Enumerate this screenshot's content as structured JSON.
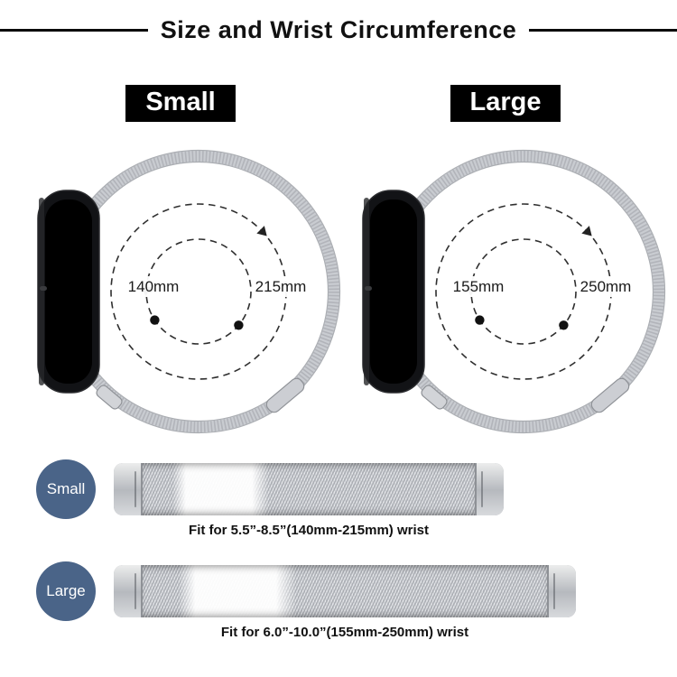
{
  "page": {
    "title": "Size and Wrist Circumference"
  },
  "diagrams": [
    {
      "label": "Small",
      "inner_circumference": "140mm",
      "outer_circumference": "215mm"
    },
    {
      "label": "Large",
      "inner_circumference": "155mm",
      "outer_circumference": "250mm"
    }
  ],
  "bands": [
    {
      "label": "Small",
      "caption": "Fit for 5.5”-8.5”(140mm-215mm) wrist"
    },
    {
      "label": "Large",
      "caption": "Fit for 6.0”-10.0”(155mm-250mm) wrist"
    }
  ],
  "colors": {
    "badge-blue": "#4a6488",
    "label-black": "#000000",
    "band-silver": "#c9ccd1",
    "text-dark": "#111111"
  }
}
